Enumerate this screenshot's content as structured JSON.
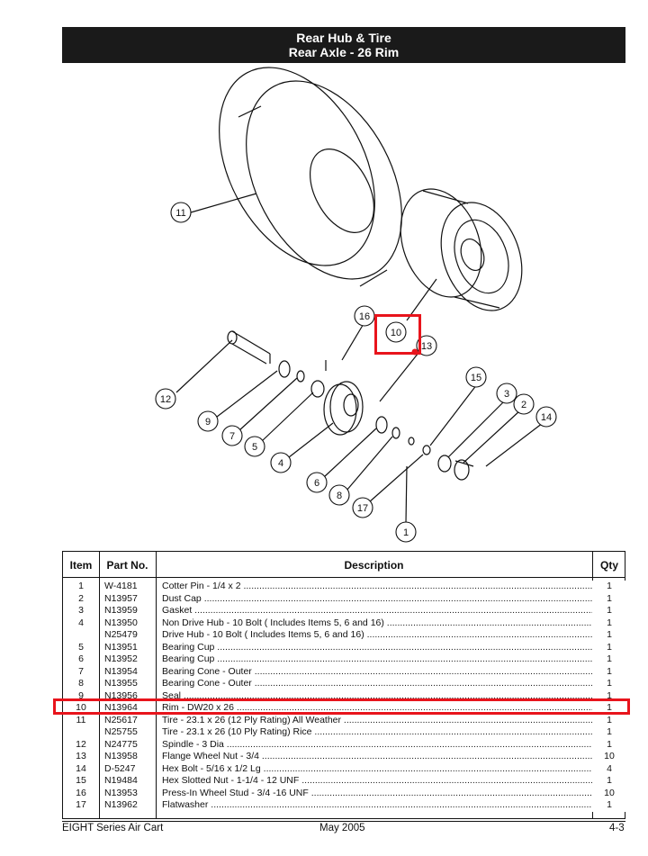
{
  "header": {
    "title_line1": "Rear Hub & Tire",
    "title_line2": "Rear Axle - 26 Rim"
  },
  "callouts": [
    "11",
    "16",
    "10",
    "13",
    "12",
    "9",
    "7",
    "5",
    "4",
    "6",
    "8",
    "17",
    "15",
    "3",
    "2",
    "14",
    "1"
  ],
  "table": {
    "headers": {
      "item": "Item",
      "part": "Part No.",
      "desc": "Description",
      "qty": "Qty"
    },
    "rows": [
      {
        "item": "1",
        "part": "W-4181",
        "desc": "Cotter Pin - 1/4 x 2",
        "qty": "1"
      },
      {
        "item": "2",
        "part": "N13957",
        "desc": "Dust Cap",
        "qty": "1"
      },
      {
        "item": "3",
        "part": "N13959",
        "desc": "Gasket",
        "qty": "1"
      },
      {
        "item": "4",
        "part": "N13950",
        "desc": "Non Drive Hub - 10 Bolt ( Includes Items 5, 6 and 16)",
        "qty": "1"
      },
      {
        "item": "",
        "part": "N25479",
        "desc": "Drive Hub - 10 Bolt ( Includes Items 5, 6 and 16)",
        "qty": "1"
      },
      {
        "item": "5",
        "part": "N13951",
        "desc": "Bearing Cup",
        "qty": "1"
      },
      {
        "item": "6",
        "part": "N13952",
        "desc": "Bearing Cup",
        "qty": "1"
      },
      {
        "item": "7",
        "part": "N13954",
        "desc": "Bearing Cone - Outer",
        "qty": "1"
      },
      {
        "item": "8",
        "part": "N13955",
        "desc": "Bearing Cone - Outer",
        "qty": "1"
      },
      {
        "item": "9",
        "part": "N13956",
        "desc": "Seal",
        "qty": "1"
      },
      {
        "item": "10",
        "part": "N13964",
        "desc": "Rim - DW20 x 26",
        "qty": "1"
      },
      {
        "item": "11",
        "part": "N25617",
        "desc": "Tire - 23.1 x 26 (12 Ply Rating) All Weather",
        "qty": "1"
      },
      {
        "item": "",
        "part": "N25755",
        "desc": "Tire - 23.1 x 26 (10 Ply Rating) Rice",
        "qty": "1"
      },
      {
        "item": "12",
        "part": "N24775",
        "desc": "Spindle - 3 Dia",
        "qty": "1"
      },
      {
        "item": "13",
        "part": "N13958",
        "desc": "Flange Wheel Nut - 3/4",
        "qty": "10"
      },
      {
        "item": "14",
        "part": "D-5247",
        "desc": "Hex Bolt - 5/16 x 1/2 Lg",
        "qty": "4"
      },
      {
        "item": "15",
        "part": "N19484",
        "desc": "Hex Slotted Nut - 1-1/4 - 12 UNF",
        "qty": "1"
      },
      {
        "item": "16",
        "part": "N13953",
        "desc": "Press-In Wheel Stud - 3/4 -16 UNF",
        "qty": "10"
      },
      {
        "item": "17",
        "part": "N13962",
        "desc": "Flatwasher",
        "qty": "1"
      }
    ]
  },
  "footer": {
    "left": "EIGHT Series Air Cart",
    "center": "May 2005",
    "right": "4-3"
  },
  "colors": {
    "highlight": "#e8141c",
    "title_bg": "#1a1a1a"
  }
}
